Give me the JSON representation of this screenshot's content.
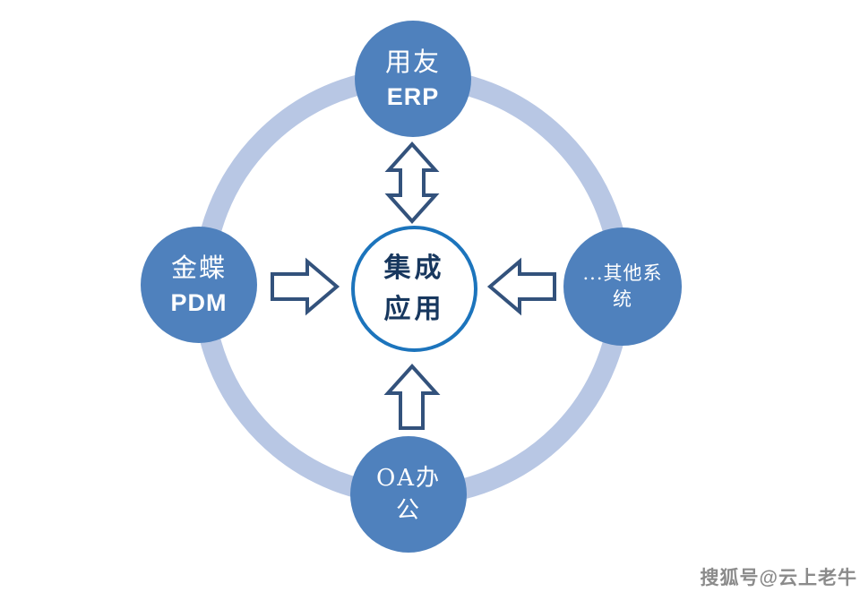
{
  "diagram": {
    "description": "Integration hub-and-spoke diagram: four systems connected to a central integrated application",
    "center_node": {
      "label": "集成应用",
      "lines": [
        "集成",
        "应用"
      ]
    },
    "nodes": [
      {
        "position": "top",
        "label": "用友ERP",
        "lines": [
          "用友",
          "ERP"
        ]
      },
      {
        "position": "left",
        "label": "金蝶PDM",
        "lines": [
          "金蝶",
          "PDM"
        ]
      },
      {
        "position": "right",
        "label": "...其他系统",
        "lines": [
          "...其他系",
          "统"
        ]
      },
      {
        "position": "bottom",
        "label": "OA办公",
        "lines": [
          "OA办",
          "公"
        ]
      }
    ],
    "arrows": [
      {
        "from": "用友ERP",
        "to": "集成应用",
        "direction": "bidirectional"
      },
      {
        "from": "金蝶PDM",
        "to": "集成应用",
        "direction": "one-way"
      },
      {
        "from": "...其他系统",
        "to": "集成应用",
        "direction": "one-way"
      },
      {
        "from": "OA办公",
        "to": "集成应用",
        "direction": "one-way"
      }
    ],
    "colors": {
      "node_fill": "#4f81bd",
      "node_text": "#ffffff",
      "ring": "#b8c7e4",
      "center_border": "#1c74bc",
      "center_text": "#17375e",
      "arrow_outline": "#33527c",
      "arrow_fill": "#ffffff",
      "background": "#ffffff",
      "watermark_text": "#8b8b8b"
    }
  },
  "watermark": {
    "text": "搜狐号@云上老牛"
  }
}
